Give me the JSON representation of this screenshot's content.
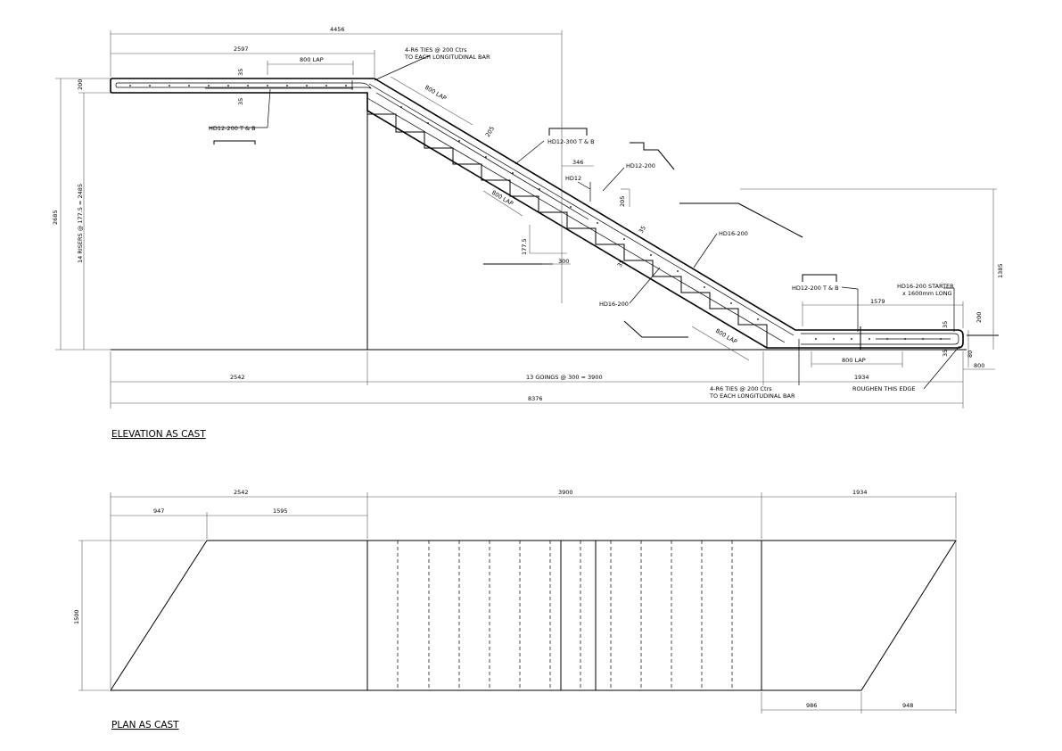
{
  "elevation": {
    "title": "ELEVATION AS CAST",
    "dims": {
      "top_total": "4456",
      "top_landing": "2597",
      "lap_top": "800 LAP",
      "d35a": "35",
      "d35b": "35",
      "d200_left": "200",
      "risers": "14 RISERS @ 177.5 = 2485",
      "height_total": "2685",
      "lap_slope_top": "800 LAP",
      "d205_slope": "205",
      "d346": "346",
      "d205_right": "205",
      "lap_slope_mid": "800 LAP",
      "d177": "177.5",
      "d300": "300",
      "d35c": "35",
      "d35d": "35",
      "lap_slope_bot": "800 LAP",
      "d1385": "1385",
      "d1579": "1579",
      "d35e": "35",
      "d35f": "35",
      "d200_right": "200",
      "d80": "80",
      "d800": "800",
      "lap_bottom": "800 LAP",
      "d2542": "2542",
      "goings": "13 GOINGS @ 300 = 3900",
      "d1934": "1934",
      "overall": "8376"
    },
    "labels": {
      "ties_top_1": "4-R6 TIES @ 200 Ctrs",
      "ties_top_2": "TO EACH LONGITUDINAL BAR",
      "hd12_tb": "HD12-200 T & B",
      "hd12_300": "HD12-300 T & B",
      "hd12": "HD12",
      "hd12_200": "HD12-200",
      "hd16_upper": "HD16-200",
      "hd16_lower": "HD16-200",
      "hd12_tb_right": "HD12-200 T & B",
      "starter_1": "HD16-200 STARTER",
      "starter_2": "x 1600mm LONG",
      "ties_bot_1": "4-R6 TIES @ 200 Ctrs",
      "ties_bot_2": "TO EACH LONGITUDINAL BAR",
      "roughen": "ROUGHEN THIS EDGE"
    }
  },
  "plan": {
    "title": "PLAN AS CAST",
    "dims": {
      "d2542": "2542",
      "d3900": "3900",
      "d1934": "1934",
      "d947": "947",
      "d1595": "1595",
      "d1500": "1500",
      "d986": "986",
      "d948": "948"
    }
  }
}
